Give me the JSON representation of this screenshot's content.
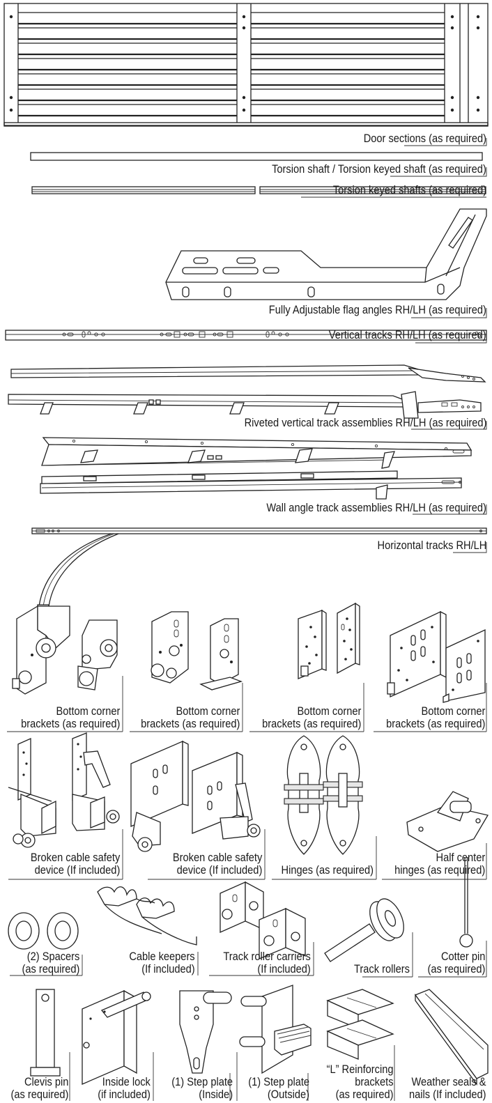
{
  "parts": {
    "door_sections": "Door sections (as required)",
    "torsion_shaft": "Torsion shaft / Torsion keyed shaft (as required)",
    "torsion_keyed_shafts": "Torsion keyed shafts (as required)",
    "flag_angles": "Fully Adjustable flag angles RH/LH (as required)",
    "vertical_tracks": "Vertical tracks RH/LH (as required)",
    "riveted_vertical_tracks": "Riveted vertical track assemblies RH/LH (as required)",
    "wall_angle_tracks": "Wall angle track assemblies RH/LH (as required)",
    "horizontal_tracks": "Horizontal tracks RH/LH"
  },
  "bottom_corner_brackets": [
    {
      "line1": "Bottom corner",
      "line2": "brackets (as required)"
    },
    {
      "line1": "Bottom corner",
      "line2": "brackets (as required)"
    },
    {
      "line1": "Bottom corner",
      "line2": "brackets (as required)"
    },
    {
      "line1": "Bottom corner",
      "line2": "brackets (as required)"
    }
  ],
  "row_safety": {
    "cable_safety_1": {
      "line1": "Broken cable safety",
      "line2": "device (If included)"
    },
    "cable_safety_2": {
      "line1": "Broken cable safety",
      "line2": "device (If included)"
    },
    "hinges": "Hinges (as required)",
    "half_center_hinges": {
      "line1": "Half center",
      "line2": "hinges (as required)"
    }
  },
  "row_small": {
    "spacers": {
      "line1": "(2) Spacers",
      "line2": "(as required)"
    },
    "cable_keepers": {
      "line1": "Cable keepers",
      "line2": "(If included)"
    },
    "roller_carriers": {
      "line1": "Track roller carriers",
      "line2": "(If included)"
    },
    "track_rollers": "Track rollers",
    "cotter_pin": {
      "line1": "Cotter pin",
      "line2": "(as required)"
    }
  },
  "row_bottom": {
    "clevis_pin": {
      "line1": "Clevis pin",
      "line2": "(as required)"
    },
    "inside_lock": {
      "line1": "Inside lock",
      "line2": "(if included)"
    },
    "step_plate_inside": {
      "line1": "(1) Step plate",
      "line2": "(Inside)"
    },
    "step_plate_outside": {
      "line1": "(1) Step plate",
      "line2": "(Outside)"
    },
    "l_brackets": {
      "line1": "“L” Reinforcing",
      "line2": "brackets",
      "line3": "(as required)"
    },
    "weather_seals": {
      "line1": "Weather seals &",
      "line2": "nails (If included)"
    }
  }
}
